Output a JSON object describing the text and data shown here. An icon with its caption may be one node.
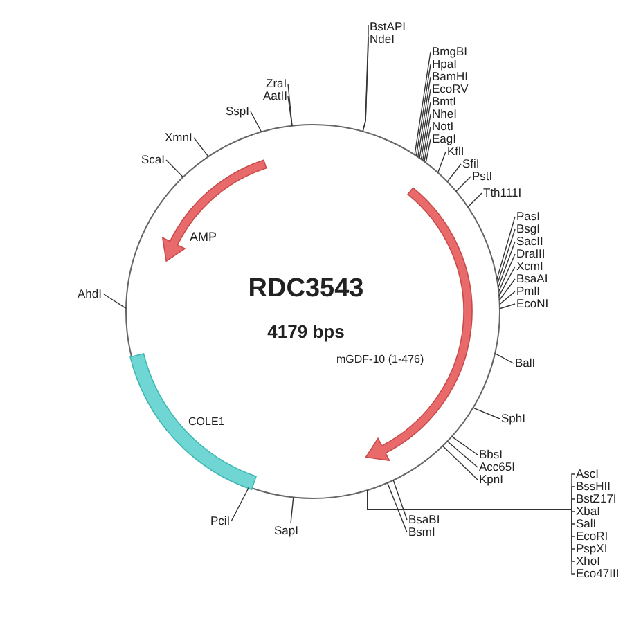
{
  "diagram": {
    "title": "RDC3543",
    "nodes": [
      {
        "text": [
          "BstAPI"
        ]
      },
      {
        "text": [
          "NdeI"
        ]
      },
      {
        "text": [
          "BmgBI"
        ]
      },
      {
        "text": [
          "HpaI"
        ]
      },
      {
        "text": [
          "BamHI"
        ]
      },
      {
        "text": [
          "EcoRV"
        ]
      },
      {
        "text": [
          "BmtI"
        ]
      },
      {
        "text": [
          "NheI"
        ]
      },
      {
        "text": [
          "NotI"
        ]
      },
      {
        "text": [
          "EagI"
        ]
      },
      {
        "text": [
          "KflI"
        ]
      },
      {
        "text": [
          "SfiI"
        ]
      },
      {
        "text": [
          "PstI"
        ]
      },
      {
        "text": [
          "Tth111I"
        ]
      },
      {
        "text": [
          "PasI"
        ]
      },
      {
        "text": [
          "BsgI"
        ]
      },
      {
        "text": [
          "SacII"
        ]
      },
      {
        "text": [
          "DraIII"
        ]
      },
      {
        "text": [
          "XcmI"
        ]
      },
      {
        "text": [
          "BsaAI"
        ]
      },
      {
        "text": [
          "PmlI"
        ]
      },
      {
        "text": [
          "EcoNI"
        ]
      },
      {
        "text": [
          "BalI"
        ]
      },
      {
        "text": [
          "SphI"
        ]
      },
      {
        "text": [
          "BbsI"
        ]
      },
      {
        "text": [
          "Acc65I"
        ]
      },
      {
        "text": [
          "KpnI"
        ]
      },
      {
        "text": [
          "BsaBI"
        ]
      },
      {
        "text": [
          "BsmI"
        ]
      },
      {
        "text": [
          "AscI"
        ]
      },
      {
        "text": [
          "BssHII"
        ]
      },
      {
        "text": [
          "BstZ17I"
        ]
      },
      {
        "text": [
          "XbaI"
        ]
      },
      {
        "text": [
          "SalI"
        ]
      },
      {
        "text": [
          "EcoRI"
        ]
      },
      {
        "text": [
          "PspXI"
        ]
      },
      {
        "text": [
          "XhoI"
        ]
      },
      {
        "text": [
          "Eco47III"
        ]
      },
      {
        "text": [
          "SapI"
        ]
      },
      {
        "text": [
          "PciI"
        ]
      },
      {
        "text": [
          "AhdI"
        ]
      },
      {
        "text": [
          "ScaI"
        ]
      },
      {
        "text": [
          "XmnI"
        ]
      },
      {
        "text": [
          "SspI"
        ]
      },
      {
        "text": [
          "ZraI"
        ]
      },
      {
        "text": [
          "AatII"
        ]
      },
      {
        "text": [],
        "shape": "circle"
      }
    ],
    "edges": [
      {
        "from": 0,
        "to": 46,
        "arrow": "none"
      },
      {
        "from": 1,
        "to": 46,
        "arrow": "none"
      },
      {
        "from": 2,
        "to": 46,
        "arrow": "none"
      },
      {
        "from": 3,
        "to": 46,
        "arrow": "none"
      },
      {
        "from": 4,
        "to": 46,
        "arrow": "none"
      },
      {
        "from": 5,
        "to": 46,
        "arrow": "none"
      },
      {
        "from": 6,
        "to": 46,
        "arrow": "none"
      },
      {
        "from": 7,
        "to": 46,
        "arrow": "none"
      },
      {
        "from": 8,
        "to": 46,
        "arrow": "none"
      },
      {
        "from": 9,
        "to": 46,
        "arrow": "none"
      },
      {
        "from": 10,
        "to": 46,
        "arrow": "none"
      },
      {
        "from": 11,
        "to": 46,
        "arrow": "none"
      },
      {
        "from": 12,
        "to": 46,
        "arrow": "none"
      },
      {
        "from": 13,
        "to": 46,
        "arrow": "none"
      },
      {
        "from": 14,
        "to": 46,
        "arrow": "none"
      },
      {
        "from": 15,
        "to": 46,
        "arrow": "none"
      },
      {
        "from": 16,
        "to": 46,
        "arrow": "none"
      },
      {
        "from": 17,
        "to": 46,
        "arrow": "none"
      },
      {
        "from": 18,
        "to": 46,
        "arrow": "none"
      },
      {
        "from": 19,
        "to": 46,
        "arrow": "none"
      },
      {
        "from": 20,
        "to": 46,
        "arrow": "none"
      },
      {
        "from": 21,
        "to": 46,
        "arrow": "none"
      },
      {
        "from": 22,
        "to": 46,
        "arrow": "none"
      },
      {
        "from": 23,
        "to": 46,
        "arrow": "none"
      },
      {
        "from": 24,
        "to": 46,
        "arrow": "none"
      },
      {
        "from": 25,
        "to": 46,
        "arrow": "none"
      },
      {
        "from": 26,
        "to": 46,
        "arrow": "none"
      },
      {
        "from": 27,
        "to": 46,
        "arrow": "none"
      },
      {
        "from": 28,
        "to": 46,
        "arrow": "none"
      },
      {
        "from": 29,
        "to": 46,
        "arrow": "none"
      },
      {
        "from": 30,
        "to": 46,
        "arrow": "none"
      },
      {
        "from": 31,
        "to": 46,
        "arrow": "none"
      },
      {
        "from": 32,
        "to": 46,
        "arrow": "none"
      },
      {
        "from": 33,
        "to": 46,
        "arrow": "none"
      },
      {
        "from": 34,
        "to": 46,
        "arrow": "none"
      },
      {
        "from": 35,
        "to": 46,
        "arrow": "none"
      },
      {
        "from": 36,
        "to": 46,
        "arrow": "none"
      },
      {
        "from": 37,
        "to": 46,
        "arrow": "none"
      },
      {
        "from": 38,
        "to": 46,
        "arrow": "none"
      },
      {
        "from": 39,
        "to": 46,
        "arrow": "none"
      },
      {
        "from": 40,
        "to": 46,
        "arrow": "none"
      },
      {
        "from": 41,
        "to": 46,
        "arrow": "none"
      },
      {
        "from": 42,
        "to": 46,
        "arrow": "none"
      },
      {
        "from": 43,
        "to": 46,
        "arrow": "none"
      },
      {
        "from": 44,
        "to": 46,
        "arrow": "none"
      },
      {
        "from": 45,
        "to": 46,
        "arrow": "none"
      }
    ],
    "labels": [
      "AMP",
      "4179 bps",
      "mGDF-10 (1-476)",
      "COLE1"
    ]
  }
}
